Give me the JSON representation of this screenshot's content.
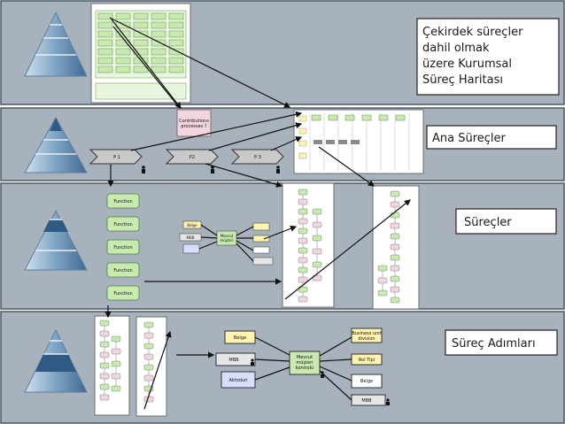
{
  "levels": [
    {
      "title": "Çekirdek süreçler dahil olmak üzere Kurumsal Süreç Haritası"
    },
    {
      "title": "Ana Süreçler"
    },
    {
      "title": "Süreçler"
    },
    {
      "title": "Süreç Adımları"
    }
  ],
  "level2": {
    "event_label": "Contributions processes ?",
    "processes": [
      "P 1",
      "P2",
      "P 3"
    ]
  },
  "level3": {
    "functions": [
      "Function",
      "Function",
      "Function",
      "Function",
      "Function"
    ]
  },
  "level4": {
    "beige_top": "Belge",
    "role_left": "MBB",
    "system": "Aktoduri",
    "function": "Mevcut müşteri kontrolü",
    "org_unit": "Business unit division",
    "role_right": "Rol Tipi",
    "beige_right": "Belge",
    "role_bottom": "MBB"
  },
  "colors": {
    "band": "#a7b2bd",
    "function_green": "#c8eab0",
    "event_pink": "#f2d6de",
    "process_grey": "#c9c9c9",
    "system_blue": "#d9dcfb",
    "doc_yellow": "#fff3b0",
    "pyramid": "#7fa4c4"
  },
  "icons": [
    "pyramid-icon",
    "person-icon"
  ]
}
